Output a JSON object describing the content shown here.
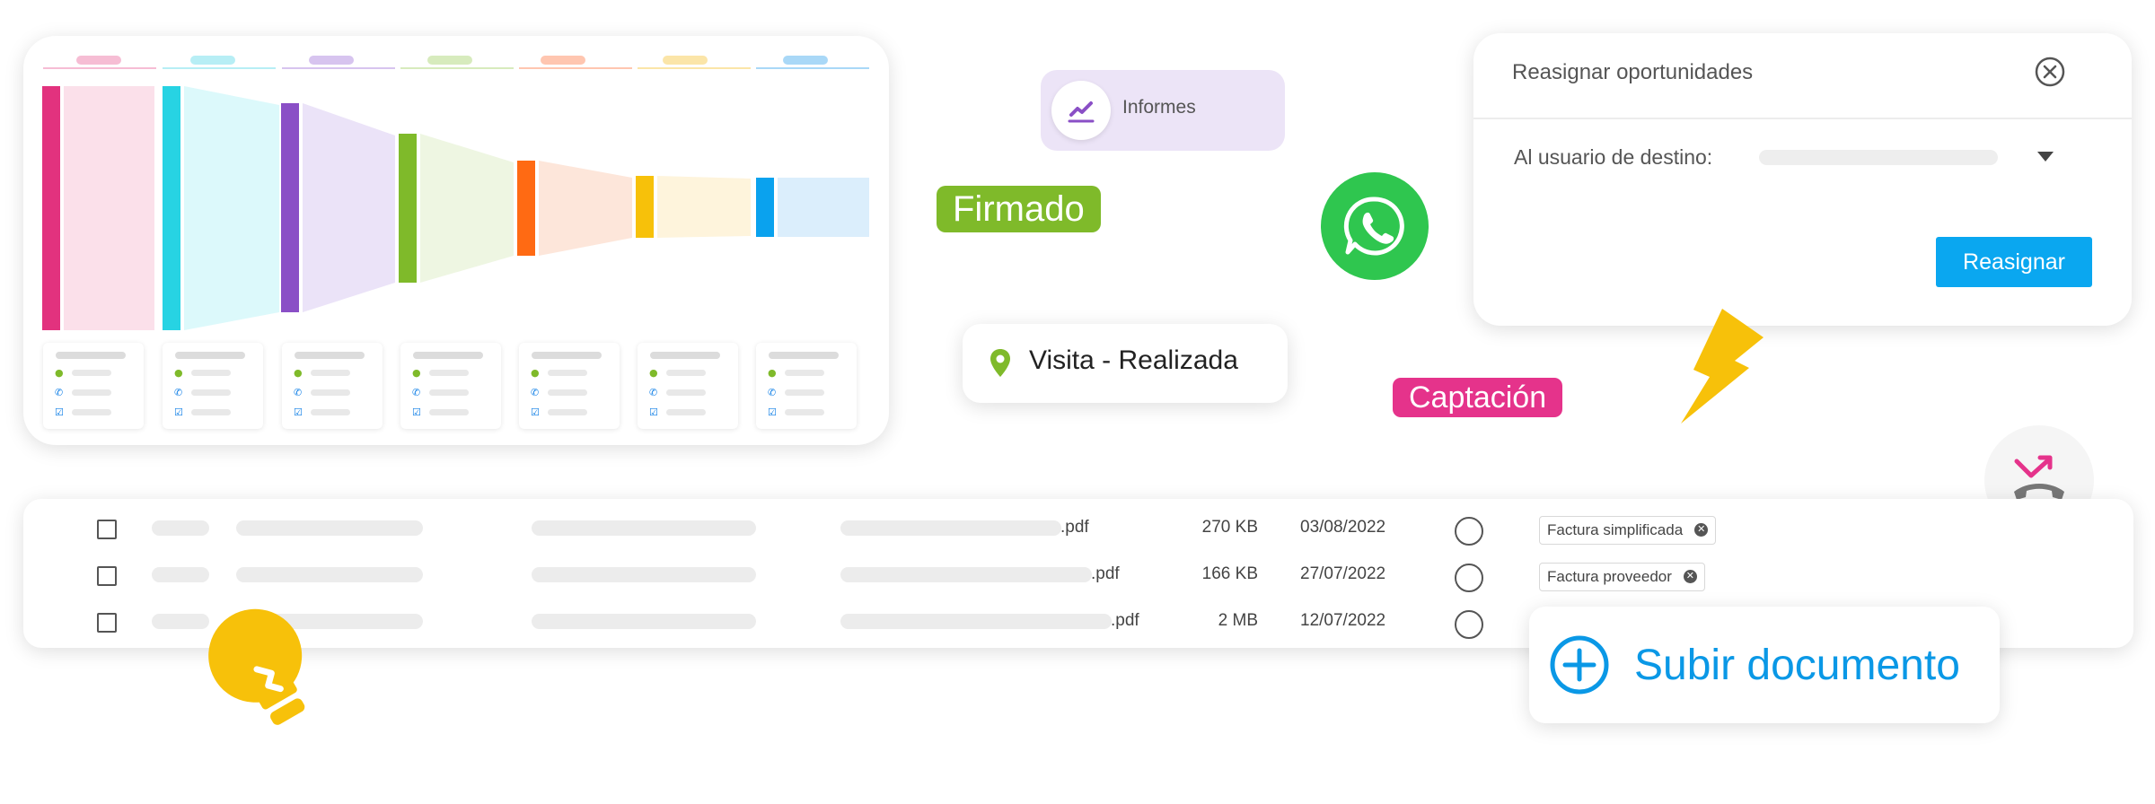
{
  "funnel": {
    "stage_colors": [
      "#e2327e",
      "#27d3e3",
      "#8a4fc6",
      "#7fba2a",
      "#ff6a13",
      "#f7c10a",
      "#0aa2ee"
    ],
    "stage_tint_colors": [
      "#fbe0ea",
      "#dcf9fb",
      "#ebe3f8",
      "#eef6e2",
      "#fde6da",
      "#fef4dc",
      "#dbeefc"
    ],
    "stage_tab_colors": [
      "#f6bdd4",
      "#b7eef5",
      "#d7c4ef",
      "#d7ebbd",
      "#ffc6b0",
      "#fbe5a8",
      "#a9d8f7"
    ],
    "stage_count": 7
  },
  "tags": {
    "firmado": "Firmado",
    "captacion": "Captación"
  },
  "informes": {
    "label": "Informes",
    "icon": "chart-line-icon"
  },
  "visita": {
    "label": "Visita - Realizada",
    "icon": "location-pin-icon"
  },
  "reassign_modal": {
    "title": "Reasignar oportunidades",
    "destination_label": "Al usuario de destino:",
    "button_label": "Reasignar"
  },
  "documents": {
    "rows": [
      {
        "file_ext": ".pdf",
        "size": "270 KB",
        "date": "03/08/2022",
        "tag": "Factura simplificada"
      },
      {
        "file_ext": ".pdf",
        "size": "166 KB",
        "date": "27/07/2022",
        "tag": "Factura proveedor"
      },
      {
        "file_ext": ".pdf",
        "size": "2 MB",
        "date": "12/07/2022",
        "tag": ""
      }
    ]
  },
  "upload": {
    "label": "Subir documento"
  },
  "colors": {
    "firmado": "#7fba2a",
    "captacion": "#e5338b",
    "whatsapp": "#2fc64f",
    "accent_blue": "#0aa7f0",
    "lightning": "#f7c10a"
  }
}
